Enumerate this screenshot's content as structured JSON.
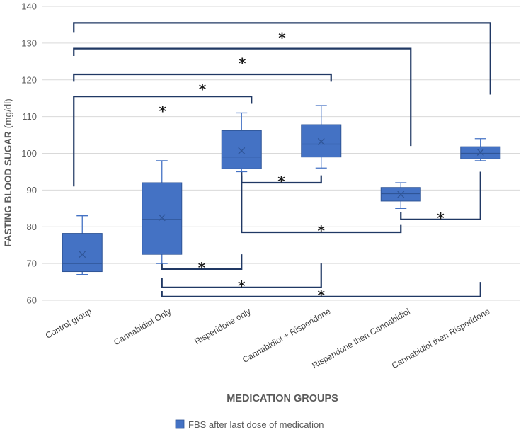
{
  "chart_data": {
    "type": "box",
    "xlabel": "MEDICATION GROUPS",
    "ylabel_bold": "FASTING BLOOD SUGAR",
    "ylabel_unit": "(mg/dl)",
    "ylim": [
      60,
      140
    ],
    "yticks": [
      60,
      70,
      80,
      90,
      100,
      110,
      120,
      130,
      140
    ],
    "grid": "horizontal",
    "legend_position": "bottom",
    "colors": {
      "box": "#4472c4",
      "box_edge": "#2f5597",
      "bracket": "#203864",
      "grid": "#d9d9d9"
    },
    "categories": [
      "Control group",
      "Cannabidiol Only",
      "Risperidone only",
      "Cannabidiol + Risperidone",
      "Risperidone then Cannabidiol",
      "Cannabidiol then Risperidone"
    ],
    "series": [
      {
        "name": "FBS after last dose of medication",
        "boxes": [
          {
            "min": 67,
            "q1": 67.8,
            "median": 70,
            "q3": 78.2,
            "max": 83,
            "mean": 72.5
          },
          {
            "min": 70,
            "q1": 72.5,
            "median": 82,
            "q3": 92,
            "max": 98,
            "mean": 82.5
          },
          {
            "min": 95,
            "q1": 95.8,
            "median": 99,
            "q3": 106.2,
            "max": 111,
            "mean": 100.7
          },
          {
            "min": 96,
            "q1": 99,
            "median": 102.5,
            "q3": 107.8,
            "max": 113,
            "mean": 103.2
          },
          {
            "min": 85,
            "q1": 87,
            "median": 89,
            "q3": 90.7,
            "max": 92,
            "mean": 88.8
          },
          {
            "min": 98,
            "q1": 98.5,
            "median": 100,
            "q3": 101.8,
            "max": 104,
            "mean": 100.3
          }
        ]
      }
    ],
    "significance_marker": "*",
    "comparisons": [
      {
        "from": 0,
        "to": 5,
        "bracket_y": 135.5,
        "from_end_y": 133,
        "to_end_y": 116,
        "direction": "up"
      },
      {
        "from": 0,
        "to": 4,
        "bracket_y": 128.5,
        "from_end_y": 126.5,
        "to_end_y": 102,
        "direction": "up"
      },
      {
        "from": 0,
        "to": 3,
        "bracket_y": 121.5,
        "from_end_y": 119.5,
        "to_end_y": 119.5,
        "direction": "up"
      },
      {
        "from": 0,
        "to": 2,
        "bracket_y": 115.5,
        "from_end_y": 91,
        "to_end_y": 113.5,
        "direction": "up"
      },
      {
        "from": 2,
        "to": 3,
        "bracket_y": 92,
        "from_end_y": 94,
        "to_end_y": 94,
        "direction": "down"
      },
      {
        "from": 2,
        "to": 4,
        "bracket_y": 78.5,
        "from_end_y": 95,
        "to_end_y": 80.5,
        "direction": "down"
      },
      {
        "from": 4,
        "to": 5,
        "bracket_y": 82,
        "from_end_y": 84,
        "to_end_y": 95,
        "direction": "down"
      },
      {
        "from": 1,
        "to": 2,
        "bracket_y": 68.5,
        "from_end_y": 70,
        "to_end_y": 72.5,
        "direction": "down"
      },
      {
        "from": 1,
        "to": 3,
        "bracket_y": 63.5,
        "from_end_y": 66,
        "to_end_y": 70,
        "direction": "down"
      },
      {
        "from": 1,
        "to": 5,
        "bracket_y": 61,
        "from_end_y": 62.5,
        "to_end_y": 65,
        "direction": "down"
      }
    ]
  }
}
